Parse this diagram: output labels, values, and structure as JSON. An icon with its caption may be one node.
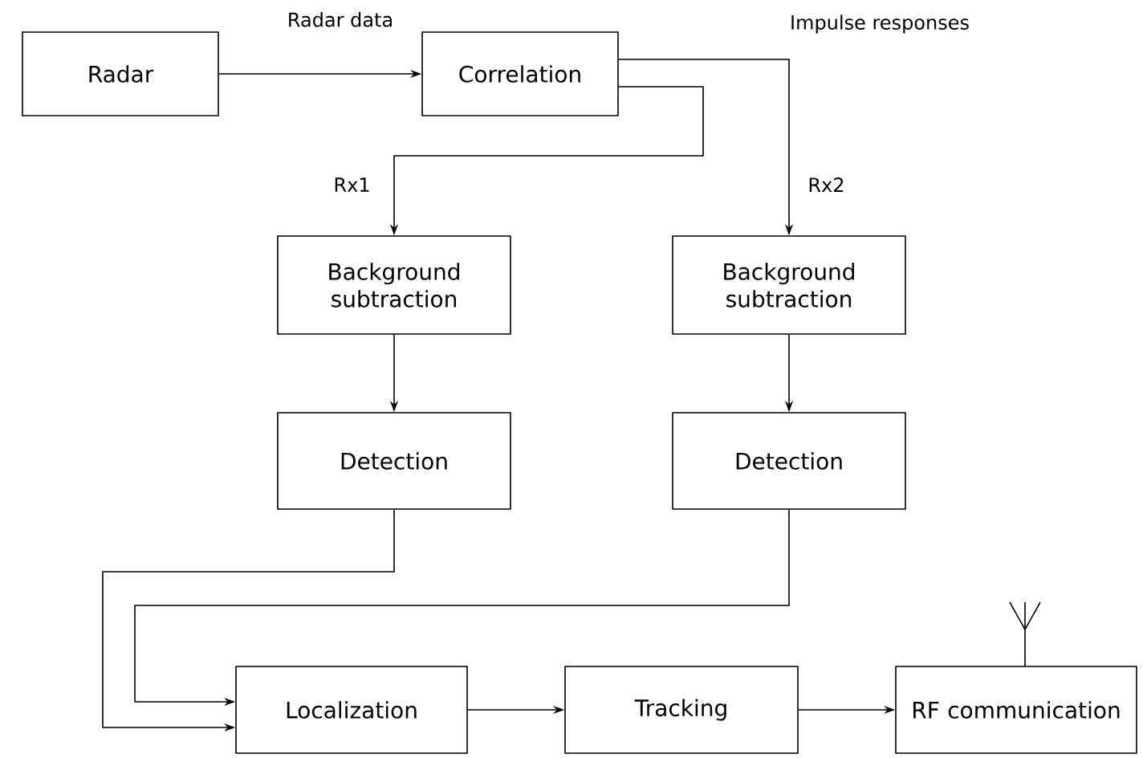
{
  "diagram": {
    "nodes": [
      {
        "text": [
          "Radar"
        ]
      },
      {
        "text": [
          "Correlation"
        ]
      },
      {
        "text": [
          "Background subtraction"
        ]
      },
      {
        "text": [
          "Background subtraction"
        ]
      },
      {
        "text": [
          "Detection"
        ]
      },
      {
        "text": [
          "Detection"
        ]
      },
      {
        "text": [
          "Localization"
        ]
      },
      {
        "text": [
          "Tracking"
        ]
      },
      {
        "text": [
          "RF communication"
        ]
      }
    ],
    "edges": [
      {
        "from": 0,
        "to": 1,
        "arrow": "to",
        "label": "Radar data"
      },
      {
        "from": 1,
        "to": 2,
        "arrow": "to",
        "label": "Rx1"
      },
      {
        "from": 1,
        "to": 3,
        "arrow": "to",
        "label": "Rx2"
      },
      {
        "from": 2,
        "to": 4,
        "arrow": "to"
      },
      {
        "from": 3,
        "to": 5,
        "arrow": "to"
      },
      {
        "from": 4,
        "to": 6,
        "arrow": "to"
      },
      {
        "from": 5,
        "to": 6,
        "arrow": "to"
      },
      {
        "from": 6,
        "to": 7,
        "arrow": "to"
      },
      {
        "from": 7,
        "to": 8,
        "arrow": "to"
      }
    ],
    "labels": [
      "Impulse responses"
    ]
  }
}
